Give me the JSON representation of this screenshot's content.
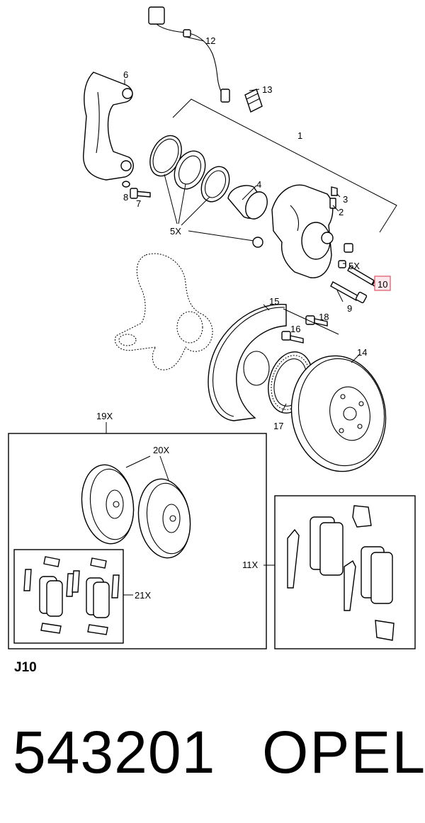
{
  "labels": {
    "p1": "1",
    "p2": "2",
    "p3": "3",
    "p4": "4",
    "p5x": "5X",
    "p5x_b": "5X",
    "p6": "6",
    "p7": "7",
    "p8": "8",
    "p9": "9",
    "p10": "10",
    "p11x": "11X",
    "p12": "12",
    "p13": "13",
    "p14": "14",
    "p15": "15",
    "p16": "16",
    "p17": "17",
    "p18": "18",
    "p19x": "19X",
    "p20x": "20X",
    "p21x": "21X"
  },
  "highlight_color": "#e06070",
  "diagram_code": "J10",
  "part_number": "543201",
  "brand": "OPEL"
}
